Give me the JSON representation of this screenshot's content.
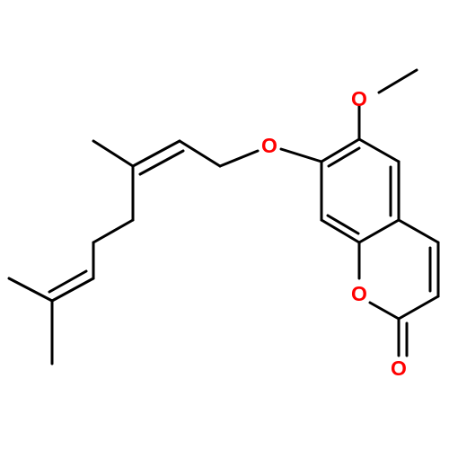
{
  "molecule": {
    "atoms": [
      {
        "id": "o-methoxy",
        "symbol": "O",
        "color": "#ff0000"
      },
      {
        "id": "o-ether",
        "symbol": "O",
        "color": "#ff0000"
      },
      {
        "id": "o-ring",
        "symbol": "O",
        "color": "#ff0000"
      },
      {
        "id": "o-carbonyl",
        "symbol": "O",
        "color": "#ff0000"
      }
    ],
    "bond_color": "#000000"
  }
}
